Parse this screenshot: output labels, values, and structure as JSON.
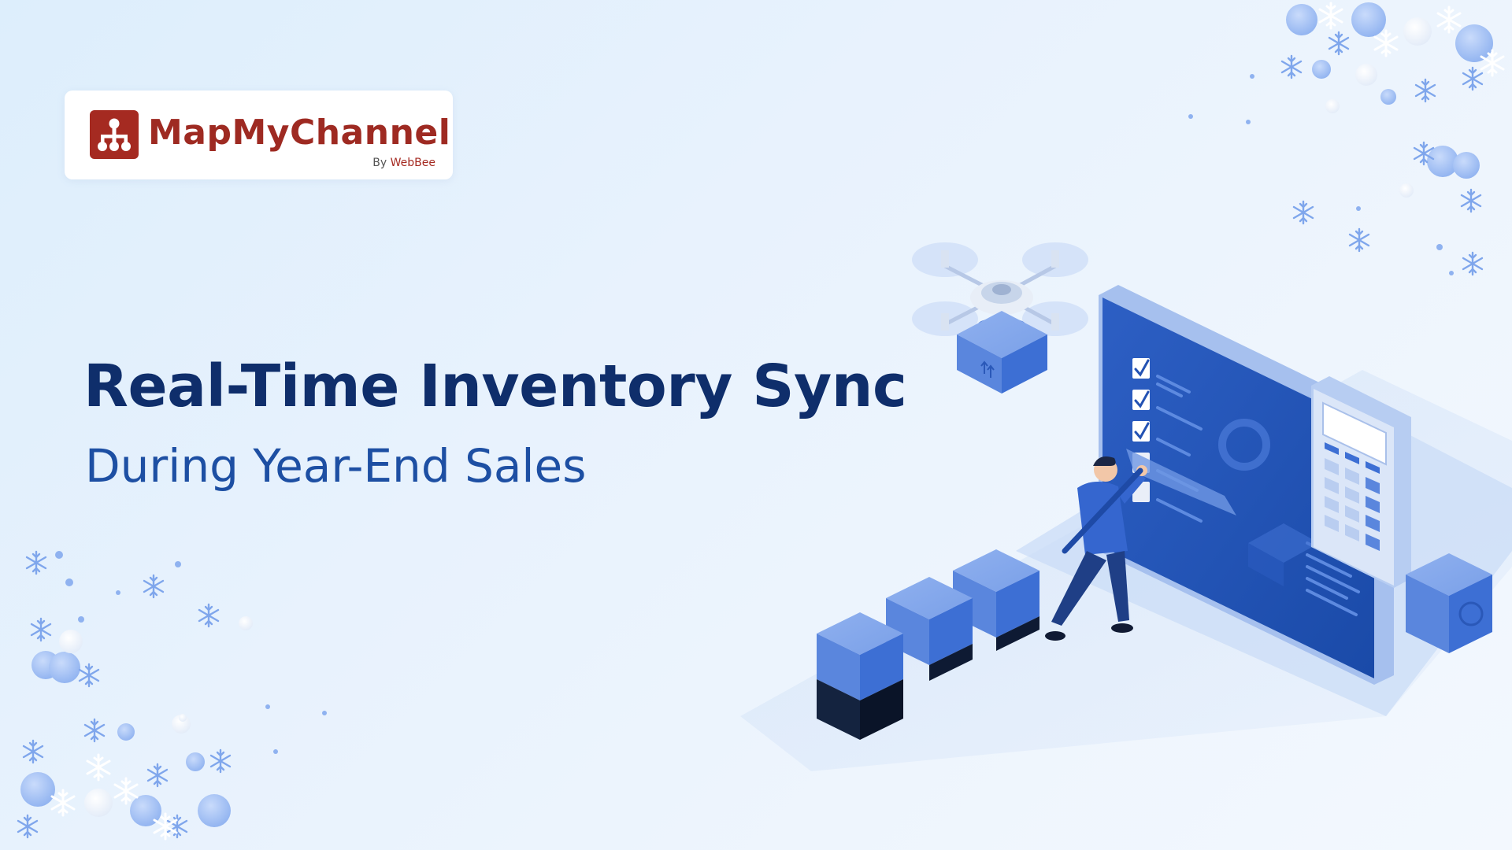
{
  "logo": {
    "name": "MapMyChannel",
    "by_prefix": "By",
    "by_brand": "WebBee"
  },
  "headline": "Real-Time Inventory Sync",
  "subheadline": "During Year-End Sales",
  "colors": {
    "brand_red": "#a52a21",
    "headline_navy": "#0f2e6b",
    "subheadline_blue": "#1d4fa3",
    "accent_blue": "#3d6fd4"
  },
  "illustration": {
    "icons": [
      "snowflake-decoration",
      "drone-icon",
      "package-box-icon",
      "monitor-checklist-icon",
      "calculator-icon",
      "worker-figure"
    ]
  }
}
